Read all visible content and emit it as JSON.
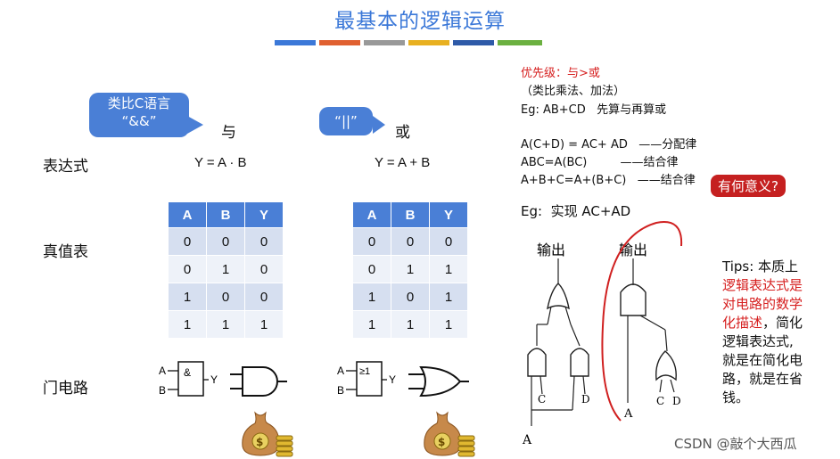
{
  "title": "最基本的逻辑运算",
  "stripe_colors": [
    "#3b78d8",
    "#e06030",
    "#999999",
    "#e8b020",
    "#2e5aa8",
    "#6bb040"
  ],
  "and_section": {
    "bubble": "类比C语言\n“&&”",
    "word": "与",
    "expression": "Y = A · B",
    "truth_header": [
      "A",
      "B",
      "Y"
    ],
    "truth_rows": [
      [
        "0",
        "0",
        "0"
      ],
      [
        "0",
        "1",
        "0"
      ],
      [
        "1",
        "0",
        "0"
      ],
      [
        "1",
        "1",
        "1"
      ]
    ],
    "gate_symbol": "&",
    "in_a": "A",
    "in_b": "B",
    "out": "Y"
  },
  "or_section": {
    "bubble": "“||”",
    "word": "或",
    "expression": "Y = A + B",
    "truth_header": [
      "A",
      "B",
      "Y"
    ],
    "truth_rows": [
      [
        "0",
        "0",
        "0"
      ],
      [
        "0",
        "1",
        "1"
      ],
      [
        "1",
        "0",
        "1"
      ],
      [
        "1",
        "1",
        "1"
      ]
    ],
    "gate_symbol": "≥1",
    "in_a": "A",
    "in_b": "B",
    "out": "Y"
  },
  "row_labels": {
    "expression": "表达式",
    "truth_table": "真值表",
    "gate_circuit": "门电路"
  },
  "notes": {
    "priority": "优先级：与>或",
    "analogy": "（类比乘法、加法）",
    "eg1": "Eg: AB+CD   先算与再算或",
    "law1": "A(C+D) = AC+ AD   ——分配律",
    "law2": "ABC=A(BC)         ——结合律",
    "law3": "A+B+C=A+(B+C)   ——结合律",
    "question": "有何意义?",
    "eg2": "Eg:  实现 AC+AD",
    "handwritten_output": "输出",
    "handwritten_c": "C",
    "handwritten_d": "D",
    "handwritten_a": "A"
  },
  "tips": {
    "lead": "Tips:  本质上",
    "red1": "逻辑表达式是",
    "red2": "对电路的数学",
    "red3": "化描述",
    "rest1": "，简化",
    "rest2": "逻辑表达式,",
    "rest3": "就是在简化电",
    "rest4": "路，就是在省",
    "rest5": "钱。"
  },
  "watermark": "CSDN @敲个大西瓜"
}
